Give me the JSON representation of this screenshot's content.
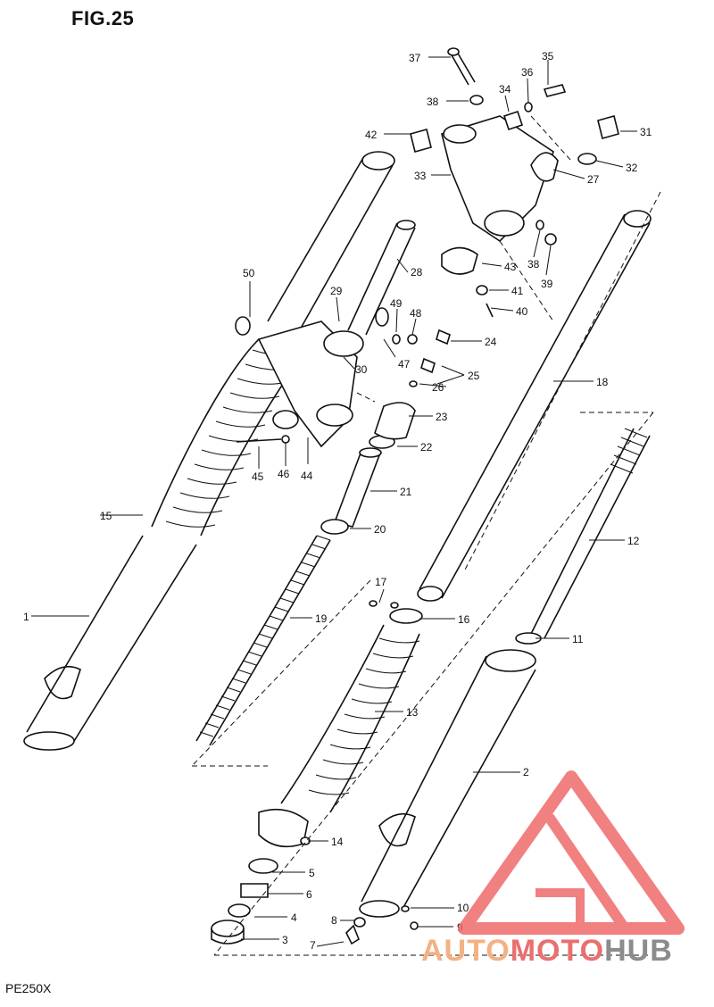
{
  "figure": {
    "title": "FIG.25",
    "model": "PE250X"
  },
  "watermark": {
    "part1": "AUTO",
    "part2": "MOTO",
    "part3": "HUB",
    "colors": {
      "part1": "#f4b183",
      "part2": "#ea6f6f",
      "part3": "#8c8c8c",
      "logo": "#ef6b6b"
    }
  },
  "callouts": {
    "c1": "1",
    "c2": "2",
    "c3": "3",
    "c4": "4",
    "c5": "5",
    "c6": "6",
    "c7": "7",
    "c8": "8",
    "c9": "9",
    "c10": "10",
    "c11": "11",
    "c12": "12",
    "c13": "13",
    "c14": "14",
    "c15": "15",
    "c16": "16",
    "c17": "17",
    "c18": "18",
    "c19": "19",
    "c20": "20",
    "c21": "21",
    "c22": "22",
    "c23": "23",
    "c24": "24",
    "c25": "25",
    "c26": "26",
    "c27": "27",
    "c28": "28",
    "c29": "29",
    "c30": "30",
    "c31": "31",
    "c32": "32",
    "c33": "33",
    "c34": "34",
    "c35": "35",
    "c36": "36",
    "c37": "37",
    "c38a": "38",
    "c38b": "38",
    "c39": "39",
    "c40": "40",
    "c41": "41",
    "c42": "42",
    "c43": "43",
    "c44": "44",
    "c45": "45",
    "c46": "46",
    "c47": "47",
    "c48": "48",
    "c49": "49",
    "c50": "50"
  }
}
